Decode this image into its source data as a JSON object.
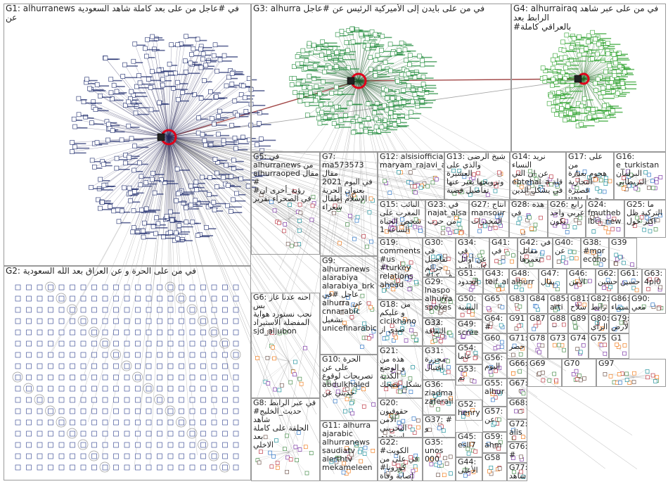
{
  "palette": {
    "G1": "#1c2a6b",
    "G3": "#1f8a3a",
    "G4": "#2aa02a",
    "G2": "#283a8a",
    "edge": "#555555",
    "hub": "#e0001a",
    "panel_border": "#9a9a9a"
  },
  "groups": [
    {
      "id": "G1",
      "label": "G1: alhurranews في #عاجل من على بعد كاملة شاهد السعودية عن",
      "hub": "alhurra-logo"
    },
    {
      "id": "G3",
      "label": "G3: alhurra في من على بايدن إلى الأميركية الرئيس عن #عاجل",
      "hub": "alhurra-logo"
    },
    {
      "id": "G4",
      "label": "G4: alhurrairaq في من على عبر شاهد الرابط بعد\n#بالعراقي كاملة",
      "hub": "alhurra-logo"
    },
    {
      "id": "G2",
      "label": "G2: في من على الحرة و عن العراق بعد اللّه السعودية",
      "hub": ""
    },
    {
      "id": "G5",
      "label": "G5: في\nalhurranews من\nalhurraoped مقال #\n#رؤية_أخرى ان\nفي الصحراء تقرير"
    },
    {
      "id": "G7",
      "label": "G7:\nma573573 مقال\n2021 في اليوم\nبعنوان الحرية\nالإسلام أطفال\nشعراء"
    },
    {
      "id": "G12",
      "label": "G12: alsisiofficial\nmaryam_rajavi_a"
    },
    {
      "id": "G13",
      "label": "G13: شيخ الرضى\nوالذي على العشيرة\nوتزويجها بغير عنها\nتفاصيل قضية"
    },
    {
      "id": "G14",
      "label": "G14: نريد النساء\nعن ان التي\nebtehal_a قلة\nفي يشكل الدين"
    },
    {
      "id": "G17",
      "label": "G17: على من\nهجوم بعبارة\nالتجارية قصيرة\nuav محيط"
    },
    {
      "id": "G16",
      "label": "G16:\ne_turkistan\nالبرلمان\nالبريطاني"
    },
    {
      "id": "G15",
      "label": "G15: النائب\nالمغرب على\nشخص الحياة\nالساعة 1"
    },
    {
      "id": "G23",
      "label": "G23: في\nnajat_alsa\nمن حرب"
    },
    {
      "id": "G27",
      "label": "G27: انتاج\nmansour\nالمخدرات"
    },
    {
      "id": "G28",
      "label": "G28: هذه\nفي"
    },
    {
      "id": "G26",
      "label": "G26: رابع\nعربي واحد\nيكون"
    },
    {
      "id": "G24",
      "label": "G24:\nfmutheb\nlbci_new"
    },
    {
      "id": "G25",
      "label": "G25: ما\nالتركية ظل\nاكثر حول"
    },
    {
      "id": "G9",
      "label": "G9:\nalhurranews\nalarabiya\nalarabiya_brk\nعاجل #في\nalhurra عن\ncnnarabic تشغيل\nunicefinarabic"
    },
    {
      "id": "G19",
      "label": "G19:\ncomments\n#us #turkey\nrelations\nahead"
    },
    {
      "id": "G30",
      "label": "G30: في\nتفاصيل\nجرائم\n#في كنا"
    },
    {
      "id": "G34",
      "label": "G34: في\nعن أوائل\nكان العبد"
    },
    {
      "id": "G41",
      "label": "G41: في"
    },
    {
      "id": "G42",
      "label": "G42: في\nمقاتل\nيعمرها"
    },
    {
      "id": "G40",
      "label": "G40:\nعن"
    },
    {
      "id": "G38",
      "label": "G38:\n#mor\necono"
    },
    {
      "id": "G39",
      "label": "G39"
    },
    {
      "id": "G29",
      "label": "G29:\nlnaspo\nalhurra\nspokes"
    },
    {
      "id": "G51",
      "label": "G51:\nالحدود"
    },
    {
      "id": "G43",
      "label": "G43:\nteif_al"
    },
    {
      "id": "G48",
      "label": "G48:\nalhurr"
    },
    {
      "id": "G47",
      "label": "G47:\nيقال"
    },
    {
      "id": "G46",
      "label": "G46:\nالأمن"
    },
    {
      "id": "G62",
      "label": "G62:\nحسين"
    },
    {
      "id": "G61",
      "label": "G61:\nحسين"
    },
    {
      "id": "G63",
      "label": "G63:\n4pi0"
    },
    {
      "id": "G18",
      "label": "G18: من\nو عليكم\ncicikhano\nصدى از"
    },
    {
      "id": "G33",
      "label": "G33:\nالثقافة"
    },
    {
      "id": "G50",
      "label": "G50:\nالنسبة"
    },
    {
      "id": "G65",
      "label": "G65"
    },
    {
      "id": "G83",
      "label": "G83"
    },
    {
      "id": "G84",
      "label": "G84"
    },
    {
      "id": "G85",
      "label": "G85:\narti"
    },
    {
      "id": "G81",
      "label": "G81:\nسلاح"
    },
    {
      "id": "G82",
      "label": "G82:\nرابط"
    },
    {
      "id": "G86",
      "label": "G86:\nالسماء"
    },
    {
      "id": "G90",
      "label": "G90:\nمعي"
    },
    {
      "id": "G6",
      "label": "G6: احنه عدنا غاز بس\nنحب نستورد هواية\nالمفضلة الاستيراد\nsjd_aljubon"
    },
    {
      "id": "G32",
      "label": "G32"
    },
    {
      "id": "G49",
      "label": "G49:\nscree"
    },
    {
      "id": "G64",
      "label": "G64:\n#"
    },
    {
      "id": "G91",
      "label": "G91"
    },
    {
      "id": "G87",
      "label": "G87"
    },
    {
      "id": "G88",
      "label": "G88"
    },
    {
      "id": "G89",
      "label": "G89"
    },
    {
      "id": "G80",
      "label": "G80:\nالرأي"
    },
    {
      "id": "G79",
      "label": "G79:\nالأرض"
    },
    {
      "id": "G21",
      "label": "G21:\nهذه من\nو الوضع\nالكذبة\nبشكل تضحك"
    },
    {
      "id": "G31",
      "label": "G31:\nمجزرة\nاغتيال"
    },
    {
      "id": "G54",
      "label": "G54:\nعاما"
    },
    {
      "id": "G60",
      "label": "G60"
    },
    {
      "id": "G71",
      "label": "G71:\nحصر"
    },
    {
      "id": "G78",
      "label": "G78"
    },
    {
      "id": "G73",
      "label": "G73"
    },
    {
      "id": "G74",
      "label": "G74"
    },
    {
      "id": "G75",
      "label": "G75"
    },
    {
      "id": "G1x",
      "label": "G1"
    },
    {
      "id": "G10",
      "label": "G10: الحرة\nعلى عن\nتصريحات لوقوع\nabdulkhaled\nحديثي عن"
    },
    {
      "id": "G20",
      "label": "G20:\nحقوقيون الأمن\nالبحريني\nاستخدم العنف"
    },
    {
      "id": "G36",
      "label": "G36:\nziadma\nzaferali"
    },
    {
      "id": "G56",
      "label": "G56:\nاليوم"
    },
    {
      "id": "G66",
      "label": "G66:"
    },
    {
      "id": "G53",
      "label": "G53:\nتم"
    },
    {
      "id": "G67",
      "label": "G67:"
    },
    {
      "id": "G55",
      "label": "G55:\nalhur"
    },
    {
      "id": "G68",
      "label": "G68:"
    },
    {
      "id": "G8",
      "label": "G8: في عبر الرابط\n#حديث_الخليج شاهد\nالحلقة على كاملة بعد\nالاخلي"
    },
    {
      "id": "G37",
      "label": "G37: #\nو"
    },
    {
      "id": "G52",
      "label": "G52:\nhenry"
    },
    {
      "id": "G57",
      "label": "G57:\nعن"
    },
    {
      "id": "G72",
      "label": "G72:\nalis"
    },
    {
      "id": "G11",
      "label": "G11: alhurra\najarabic\nalhurranews\nsaudiatv\nalerthtv\nmekameleen"
    },
    {
      "id": "G22",
      "label": "G22: #الكويت\nفي على من\n#كورونا\nإصابة وفاة"
    },
    {
      "id": "G45",
      "label": "G45:\nesll7"
    },
    {
      "id": "G59",
      "label": "G59:\nahm"
    },
    {
      "id": "G35",
      "label": "G35:\nunos\n000"
    },
    {
      "id": "G44",
      "label": "G44:\nالأعلى"
    },
    {
      "id": "G58",
      "label": "G58"
    },
    {
      "id": "G76",
      "label": "G76:\n#"
    },
    {
      "id": "G77",
      "label": "G77:\nشاهد"
    },
    {
      "id": "G69",
      "label": "G69"
    },
    {
      "id": "G70",
      "label": "G70"
    },
    {
      "id": "G97",
      "label": "G97"
    }
  ]
}
